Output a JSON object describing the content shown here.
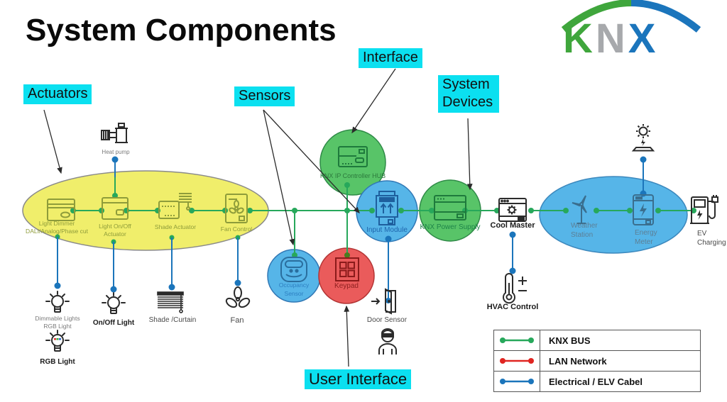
{
  "title": "System Components",
  "logo": {
    "k": "K",
    "n": "N",
    "x": "X"
  },
  "callouts": {
    "actuators": "Actuators",
    "sensors": "Sensors",
    "interface": "Interface",
    "system_devices": [
      "System",
      "Devices"
    ],
    "user_interface": "User Interface"
  },
  "nodes": {
    "heat_pump": {
      "label": "Heat pump"
    },
    "light_dimmer": {
      "label": "Light Dimmer",
      "sub": "DALI/Analog/Phase cut"
    },
    "light_onoff": {
      "label": "Light On/Off",
      "sub": "Actuator"
    },
    "shade_actuator": {
      "label": "Shade Actuator"
    },
    "fan_control": {
      "label": "Fan Control"
    },
    "hub": {
      "label": "KNX IP Controller HUB"
    },
    "input_module": {
      "label": "Input Module"
    },
    "power_supply": {
      "label": "KNX Power Supply"
    },
    "occupancy": {
      "line1": "Occupancy",
      "line2": "Sensor"
    },
    "keypad": {
      "label": "Keypad"
    },
    "door_sensor": {
      "label": "Door Sensor"
    },
    "cool_master": {
      "label": "Cool Master"
    },
    "hvac": {
      "label": "HVAC Control"
    },
    "weather": {
      "line1": "Weather",
      "line2": "Station"
    },
    "energy": {
      "line1": "Energy",
      "line2": "Meter"
    },
    "ev": {
      "line1": "EV",
      "line2": "Charging"
    },
    "dimmable": {
      "line1": "Dimmable Lights",
      "line2": "RGB Light"
    },
    "onoff_light": {
      "label": "On/Off Light"
    },
    "shade_curtain": {
      "label": "Shade /Curtain"
    },
    "fan": {
      "label": "Fan"
    },
    "rgb_light": {
      "label": "RGB Light"
    }
  },
  "legend": {
    "items": [
      {
        "label": "KNX BUS",
        "color": "#27A85B"
      },
      {
        "label": "LAN Network",
        "color": "#E02521"
      },
      {
        "label": "Electrical / ELV Cabel",
        "color": "#1B75BB"
      }
    ]
  },
  "colors": {
    "cyan_label_bg": "#0BE0F0",
    "actuator_group_fill": "#F0EE6B",
    "sensor_blue_fill": "#56B5E8",
    "system_green_fill": "#58C468",
    "user_red_fill": "#EA5B5B",
    "knx_bus_line": "#27A85B",
    "lan_line": "#E02521",
    "elv_line": "#1B75BB",
    "logo_green": "#3FA63C",
    "logo_gray": "#A7A9AC",
    "logo_blue": "#1B75BC"
  }
}
